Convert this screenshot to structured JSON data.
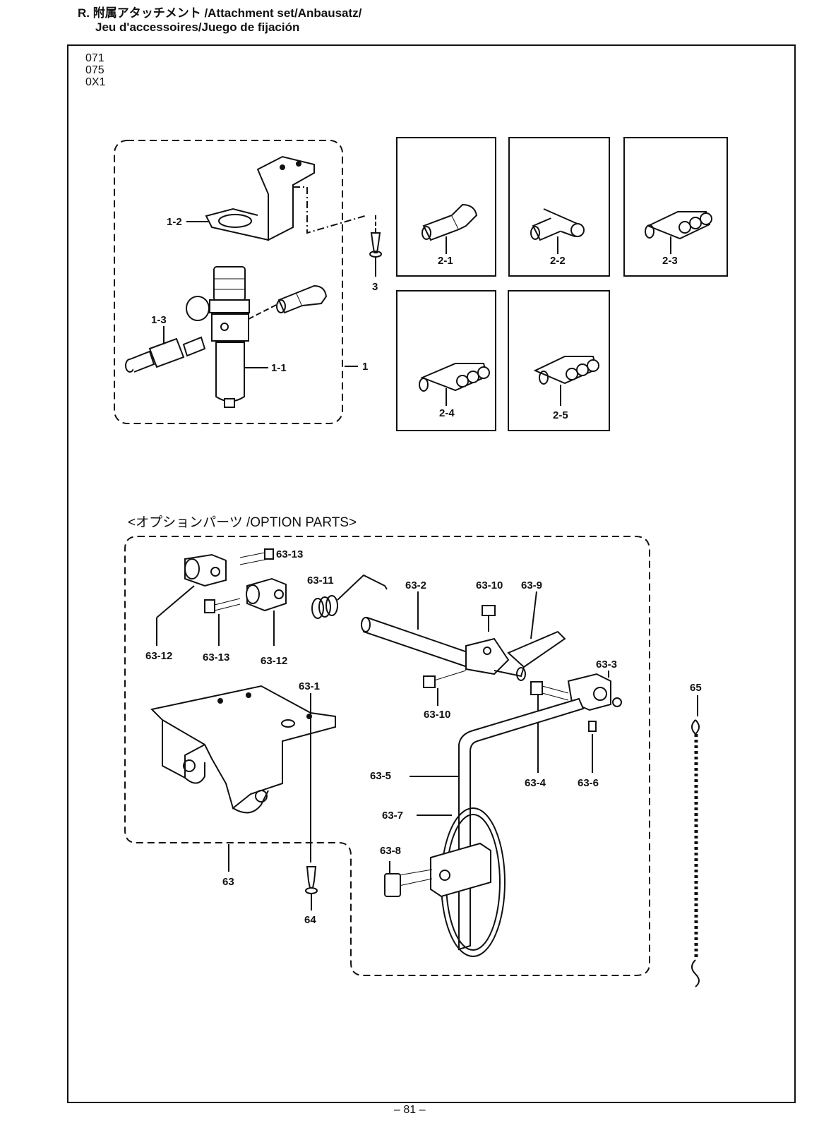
{
  "header": {
    "line1": "R. 附属アタッチメント /Attachment set/Anbausatz/",
    "line2": "Jeu d'accessoires/Juego de fijación"
  },
  "models": [
    "071",
    "075",
    "0X1"
  ],
  "option_heading": "<オプションパーツ /OPTION PARTS>",
  "page_number": "– 81 –",
  "labels": {
    "p1": "1",
    "p1_1": "1-1",
    "p1_2": "1-2",
    "p1_3": "1-3",
    "p3": "3",
    "p2_1": "2-1",
    "p2_2": "2-2",
    "p2_3": "2-3",
    "p2_4": "2-4",
    "p2_5": "2-5",
    "p63_13a": "63-13",
    "p63_11": "63-11",
    "p63_2": "63-2",
    "p63_10a": "63-10",
    "p63_9": "63-9",
    "p63_12a": "63-12",
    "p63_13b": "63-13",
    "p63_12b": "63-12",
    "p63_3": "63-3",
    "p63_1": "63-1",
    "p63_10b": "63-10",
    "p65": "65",
    "p63_5": "63-5",
    "p63_4": "63-4",
    "p63_6": "63-6",
    "p63_7": "63-7",
    "p63_8": "63-8",
    "p63": "63",
    "p64": "64"
  },
  "colors": {
    "ink": "#111111",
    "paper": "#ffffff"
  }
}
